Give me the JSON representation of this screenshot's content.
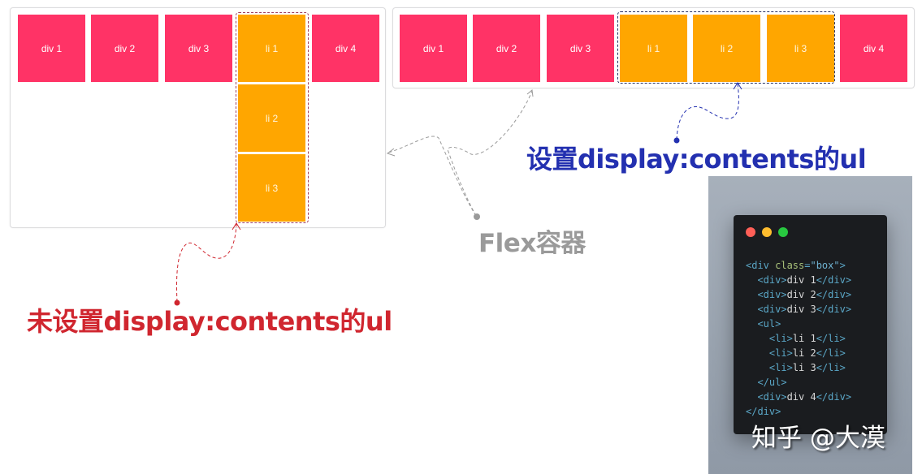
{
  "left_demo": {
    "title": "未设置display:contents的ul",
    "title_color": "#d0262f",
    "items": [
      {
        "label": "div 1",
        "type": "div"
      },
      {
        "label": "div 2",
        "type": "div"
      },
      {
        "label": "div 3",
        "type": "div"
      },
      {
        "label": "li 1",
        "type": "li"
      },
      {
        "label": "li 2",
        "type": "li"
      },
      {
        "label": "li 3",
        "type": "li"
      },
      {
        "label": "div 4",
        "type": "div"
      }
    ]
  },
  "right_demo": {
    "title": "设置display:contents的ul",
    "title_color": "#2330b0",
    "items": [
      {
        "label": "div 1",
        "type": "div"
      },
      {
        "label": "div 2",
        "type": "div"
      },
      {
        "label": "div 3",
        "type": "div"
      },
      {
        "label": "li 1",
        "type": "li"
      },
      {
        "label": "li 2",
        "type": "li"
      },
      {
        "label": "li 3",
        "type": "li"
      },
      {
        "label": "div 4",
        "type": "div"
      }
    ]
  },
  "flex_container_label": "Flex容器",
  "flex_container_color": "#9a9a9a",
  "colors": {
    "div_box": "#ff3366",
    "li_box": "#ffa600",
    "code_bg": "#1a1c1f"
  },
  "code_window": {
    "traffic_lights": [
      "#ff5f57",
      "#febc2e",
      "#28c840"
    ],
    "lines": [
      "<div class=\"box\">",
      "  <div>div 1</div>",
      "  <div>div 2</div>",
      "  <div>div 3</div>",
      "  <ul>",
      "    <li>li 1</li>",
      "    <li>li 2</li>",
      "    <li>li 3</li>",
      "  </ul>",
      "  <div>div 4</div>",
      "</div>"
    ],
    "tokens": {
      "open_div": "<div ",
      "class_attr": "class",
      "eq": "=",
      "class_val": "\"box\"",
      "gt": ">",
      "div_open": "<div>",
      "div_close": "</div>",
      "ul_open": "<ul>",
      "ul_close": "</ul>",
      "li_open": "<li>",
      "li_close": "</li>",
      "t_div1": "div 1",
      "t_div2": "div 2",
      "t_div3": "div 3",
      "t_div4": "div 4",
      "t_li1": "li 1",
      "t_li2": "li 2",
      "t_li3": "li 3"
    }
  },
  "watermark": "知乎 @大漠"
}
